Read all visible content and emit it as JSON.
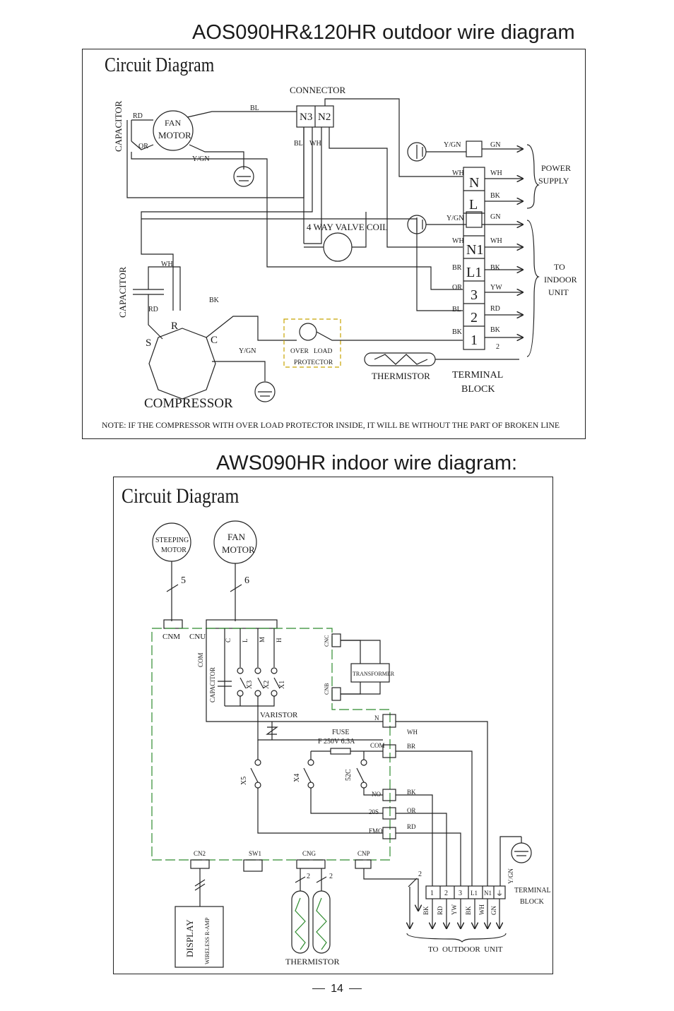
{
  "page": {
    "outdoor_heading": "AOS090HR&120HR outdoor wire diagram",
    "indoor_heading": "AWS090HR  indoor wire diagram:",
    "page_number": "14"
  },
  "outdoor": {
    "title": "Circuit  Diagram",
    "connector": "CONNECTOR",
    "connector_pins": [
      "N3",
      "N2"
    ],
    "fan_motor": "FAN\nMOTOR",
    "fan_motor_lines": [
      "FAN",
      "MOTOR"
    ],
    "capacitor": "CAPACITOR",
    "four_way_valve": "4 WAY VALVE COIL",
    "compressor": "COMPRESSOR",
    "compressor_terminals": [
      "S",
      "R",
      "C"
    ],
    "overload_protector_lines": [
      "OVER   LOAD",
      "PROTECTOR"
    ],
    "thermistor": "THERMISTOR",
    "terminal_block_lines": [
      "TERMINAL",
      "BLOCK"
    ],
    "terminal_labels": [
      "N",
      "L",
      "N1",
      "L1",
      "3",
      "2",
      "1"
    ],
    "power_supply_lines": [
      "POWER",
      "SUPPLY"
    ],
    "to_indoor_unit_lines": [
      "TO",
      "INDOOR",
      "UNIT"
    ],
    "wire_codes": {
      "bl": "BL",
      "wh": "WH",
      "rd": "RD",
      "or": "OR",
      "bk": "BK",
      "ygn": "Y/GN",
      "gn": "GN",
      "br": "BR",
      "yw": "YW",
      "two": "2"
    },
    "note": "NOTE: IF THE COMPRESSOR WITH OVER LOAD PROTECTOR INSIDE, IT WILL BE WITHOUT THE PART OF BROKEN LINE"
  },
  "indoor": {
    "title": "Circuit  Diagram",
    "stepping_motor_lines": [
      "STEEPING",
      "MOTOR"
    ],
    "fan_motor_lines": [
      "FAN",
      "MOTOR"
    ],
    "wire_counts": [
      "5",
      "6",
      "2",
      "2",
      "2"
    ],
    "connectors": {
      "cnm": "CNM",
      "cnu": "CNU",
      "cnc": "CNC",
      "cnb": "CNB",
      "cn2": "CN2",
      "sw1": "SW1",
      "cng": "CNG",
      "cnp": "CNP"
    },
    "fan_taps": [
      "C",
      "L",
      "M",
      "H"
    ],
    "com": "COM",
    "capacitor": "CAPACITOR",
    "relays": [
      "X3",
      "X2",
      "X1",
      "X5",
      "X4",
      "52C"
    ],
    "transformer": "TRANSFORMER",
    "varistor": "VARISTOR",
    "fuse_lines": [
      "FUSE",
      "F 250V 6.3A"
    ],
    "board_terminals": [
      "N",
      "COM",
      "NO",
      "20S",
      "FMO"
    ],
    "wire_codes": [
      "WH",
      "BR",
      "BK",
      "OR",
      "RD",
      "Y/GN"
    ],
    "terminal_block_lines": [
      "TERMINAL",
      "BLOCK"
    ],
    "terminal_labels": [
      "1",
      "2",
      "3",
      "L1",
      "N1",
      "⏚"
    ],
    "bottom_wires": [
      "BK",
      "RD",
      "YW",
      "BK",
      "WH",
      "GN"
    ],
    "to_outdoor_unit": "TO  OUTDOOR  UNIT",
    "display": "DISPLAY",
    "wireless_amp": "WIRELESS R-AMP",
    "thermistor": "THERMISTOR"
  }
}
